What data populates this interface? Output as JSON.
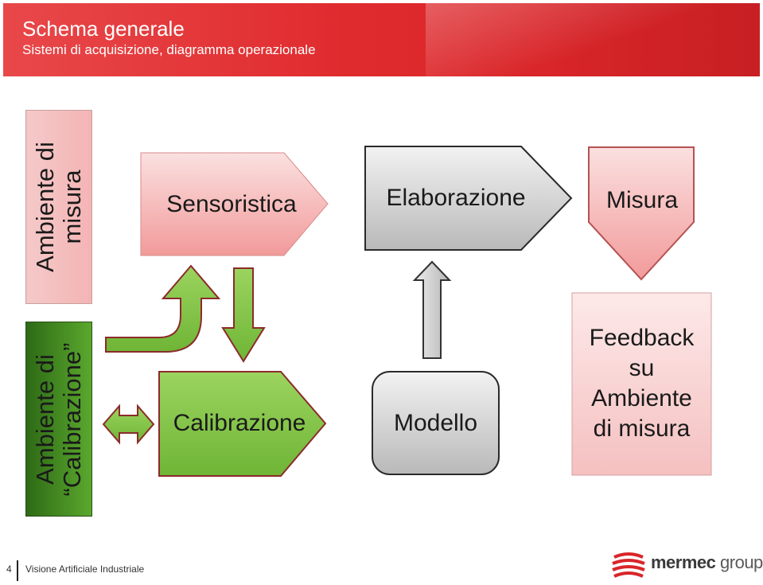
{
  "header": {
    "title": "Schema generale",
    "subtitle": "Sistemi di acquisizione, diagramma operazionale"
  },
  "sidebar": {
    "top": [
      "Ambiente di",
      "misura"
    ],
    "bottom": [
      "Ambiente di",
      "“Calibrazione”"
    ]
  },
  "blocks": {
    "sensoristica": "Sensoristica",
    "elaborazione": "Elaborazione",
    "misura": "Misura",
    "calibrazione": "Calibrazione",
    "modello": "Modello",
    "feedback": [
      "Feedback",
      "su",
      "Ambiente",
      "di misura"
    ]
  },
  "footer": {
    "page_number": "4",
    "text": "Visione Artificiale Industriale",
    "logo_main": "mermec",
    "logo_suffix": "group"
  },
  "colors": {
    "header_red": "#e02b2e",
    "pink": "#f4b4b4",
    "green": "#7cc142",
    "gray": "#c8c8c8"
  }
}
